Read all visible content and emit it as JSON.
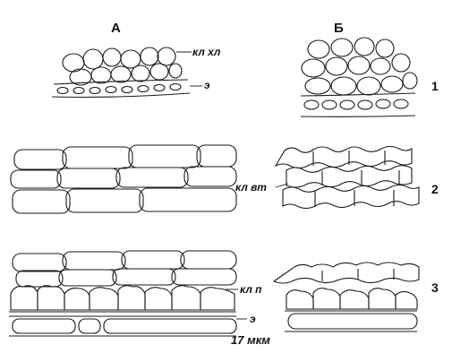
{
  "columns": {
    "left": "А",
    "right": "Б"
  },
  "rows": [
    "1",
    "2",
    "3"
  ],
  "labels": {
    "chlorenchyma": "кл хл",
    "epidermis_top": "э",
    "branched_cells": "кл вт",
    "palisade_cells": "кл п",
    "epidermis_bottom": "э"
  },
  "scale_bar": "17 мкм"
}
